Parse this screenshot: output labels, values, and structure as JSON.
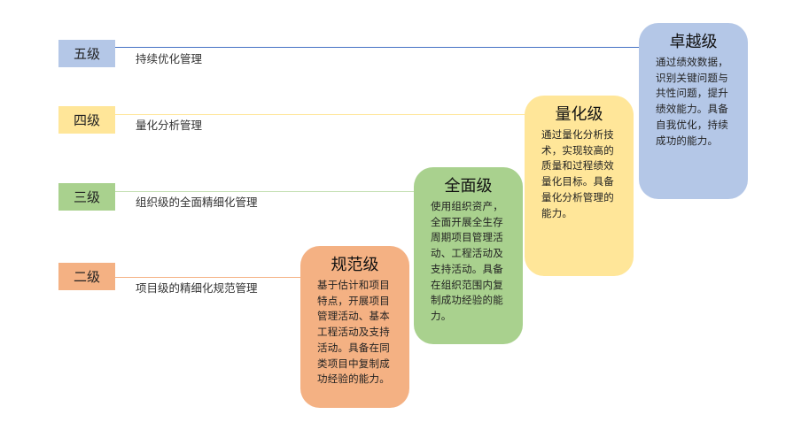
{
  "colors": {
    "level5": "#b4c7e7",
    "level4": "#ffe699",
    "level3": "#a9d18e",
    "level2": "#f4b183",
    "line5": "#4472c4",
    "line4": "#ffe699",
    "line3": "#c5e0b4",
    "line2": "#f4b183"
  },
  "levels": [
    {
      "label": "五级",
      "description": "持续优化管理"
    },
    {
      "label": "四级",
      "description": "量化分析管理"
    },
    {
      "label": "三级",
      "description": "组织级的全面精细化管理"
    },
    {
      "label": "二级",
      "description": "项目级的精细化规范管理"
    }
  ],
  "cards": [
    {
      "title": "规范级",
      "body": "基于估计和项目特点，开展项目管理活动、基本工程活动及支持活动。具备在同类项目中复制成功经验的能力。"
    },
    {
      "title": "全面级",
      "body": "使用组织资产，全面开展全生存周期项目管理活动、工程活动及支持活动。具备在组织范围内复制成功经验的能力。"
    },
    {
      "title": "量化级",
      "body": "通过量化分析技术，实现较高的质量和过程绩效量化目标。具备量化分析管理的能力。"
    },
    {
      "title": "卓越级",
      "body": "通过绩效数据，识别关键问题与共性问题，提升绩效能力。具备自我优化，持续成功的能力。"
    }
  ]
}
